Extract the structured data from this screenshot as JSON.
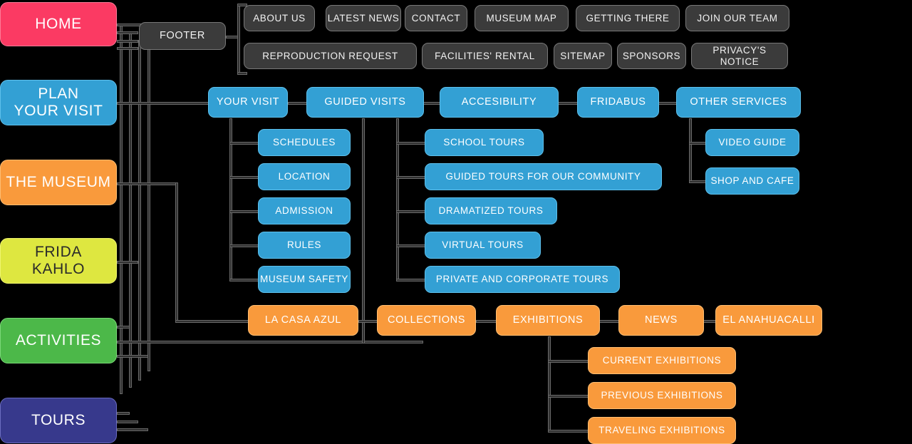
{
  "diagram": {
    "title": "Museum website sitemap",
    "background": "#000000",
    "palette": {
      "home": "#fb3a63",
      "plan_your_visit": "#33a0d4",
      "the_museum": "#f99a3c",
      "frida_kahlo": "#dee740",
      "activities": "#4cb849",
      "tours": "#37398c",
      "footer": "#3b3b3b",
      "connector": "#6a6a6a"
    }
  },
  "main_nav": [
    {
      "id": "home",
      "label": "HOME",
      "color": "#fb3a63"
    },
    {
      "id": "plan-your-visit",
      "label": "PLAN\nYOUR VISIT",
      "color": "#33a0d4"
    },
    {
      "id": "the-museum",
      "label": "THE MUSEUM",
      "color": "#f99a3c"
    },
    {
      "id": "frida-kahlo",
      "label": "FRIDA\nKAHLO",
      "color": "#dee740"
    },
    {
      "id": "activities",
      "label": "ACTIVITIES",
      "color": "#4cb849"
    },
    {
      "id": "tours",
      "label": "TOURS",
      "color": "#37398c"
    }
  ],
  "footer": {
    "label": "FOOTER",
    "links": [
      {
        "label": "ABOUT US"
      },
      {
        "label": "LATEST NEWS"
      },
      {
        "label": "CONTACT"
      },
      {
        "label": "MUSEUM MAP"
      },
      {
        "label": "GETTING THERE"
      },
      {
        "label": "JOIN OUR TEAM"
      },
      {
        "label": "REPRODUCTION REQUEST"
      },
      {
        "label": "FACILITIES' RENTAL"
      },
      {
        "label": "SITEMAP"
      },
      {
        "label": "SPONSORS"
      },
      {
        "label": "PRIVACY'S NOTICE"
      }
    ]
  },
  "plan_your_visit": {
    "top_row": [
      {
        "label": "YOUR VISIT"
      },
      {
        "label": "GUIDED VISITS"
      },
      {
        "label": "ACCESIBILITY"
      },
      {
        "label": "FRIDABUS"
      },
      {
        "label": "OTHER SERVICES"
      }
    ],
    "your_visit_children": [
      {
        "label": "SCHEDULES"
      },
      {
        "label": "LOCATION"
      },
      {
        "label": "ADMISSION"
      },
      {
        "label": "RULES"
      },
      {
        "label": "MUSEUM SAFETY"
      }
    ],
    "guided_visits_children": [
      {
        "label": "SCHOOL TOURS"
      },
      {
        "label": "GUIDED TOURS FOR OUR COMMUNITY"
      },
      {
        "label": "DRAMATIZED TOURS"
      },
      {
        "label": "VIRTUAL TOURS"
      },
      {
        "label": "PRIVATE AND CORPORATE TOURS"
      }
    ],
    "other_services_children": [
      {
        "label": "VIDEO GUIDE"
      },
      {
        "label": "SHOP AND CAFE"
      }
    ]
  },
  "the_museum": {
    "top_row": [
      {
        "label": "LA CASA AZUL"
      },
      {
        "label": "COLLECTIONS"
      },
      {
        "label": "EXHIBITIONS"
      },
      {
        "label": "NEWS"
      },
      {
        "label": "EL ANAHUACALLI"
      }
    ],
    "exhibitions_children": [
      {
        "label": "CURRENT EXHIBITIONS"
      },
      {
        "label": "PREVIOUS EXHIBITIONS"
      },
      {
        "label": "TRAVELING EXHIBITIONS"
      }
    ]
  }
}
